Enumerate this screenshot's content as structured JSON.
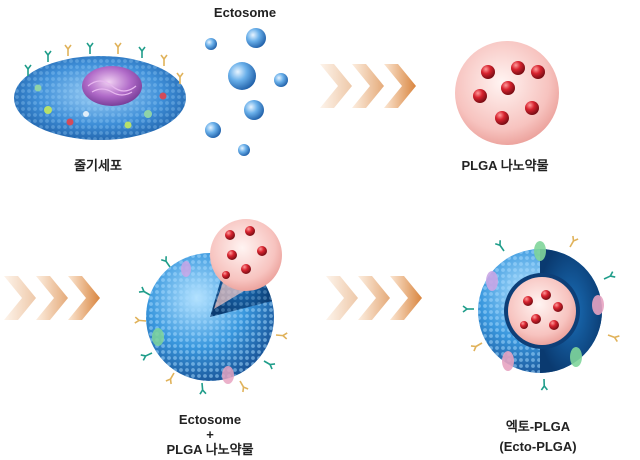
{
  "labels": {
    "stem_cell": "줄기세포",
    "ectosome": "Ectosome",
    "plga_nano": "PLGA 나노약물",
    "combo_line1": "Ectosome",
    "combo_line2": "+",
    "combo_line3": "PLGA 나노약물",
    "result_line1": "엑토-PLGA",
    "result_line2": "(Ecto-PLGA)"
  },
  "colors": {
    "arrow": "#d9853f",
    "vesicle_blue": "#3d8fd8",
    "drug_red": "#c81e2a",
    "plga_pink": "#f3b6b2"
  },
  "icons": {
    "stem_cell": "stem-cell-icon",
    "ectosome_vesicles": "ectosome-vesicles-icon",
    "plga_particle": "plga-nanoparticle-icon",
    "combo": "ectosome-plga-combo-icon",
    "ecto_plga": "ecto-plga-icon",
    "arrow": "triple-chevron-arrow-icon"
  }
}
